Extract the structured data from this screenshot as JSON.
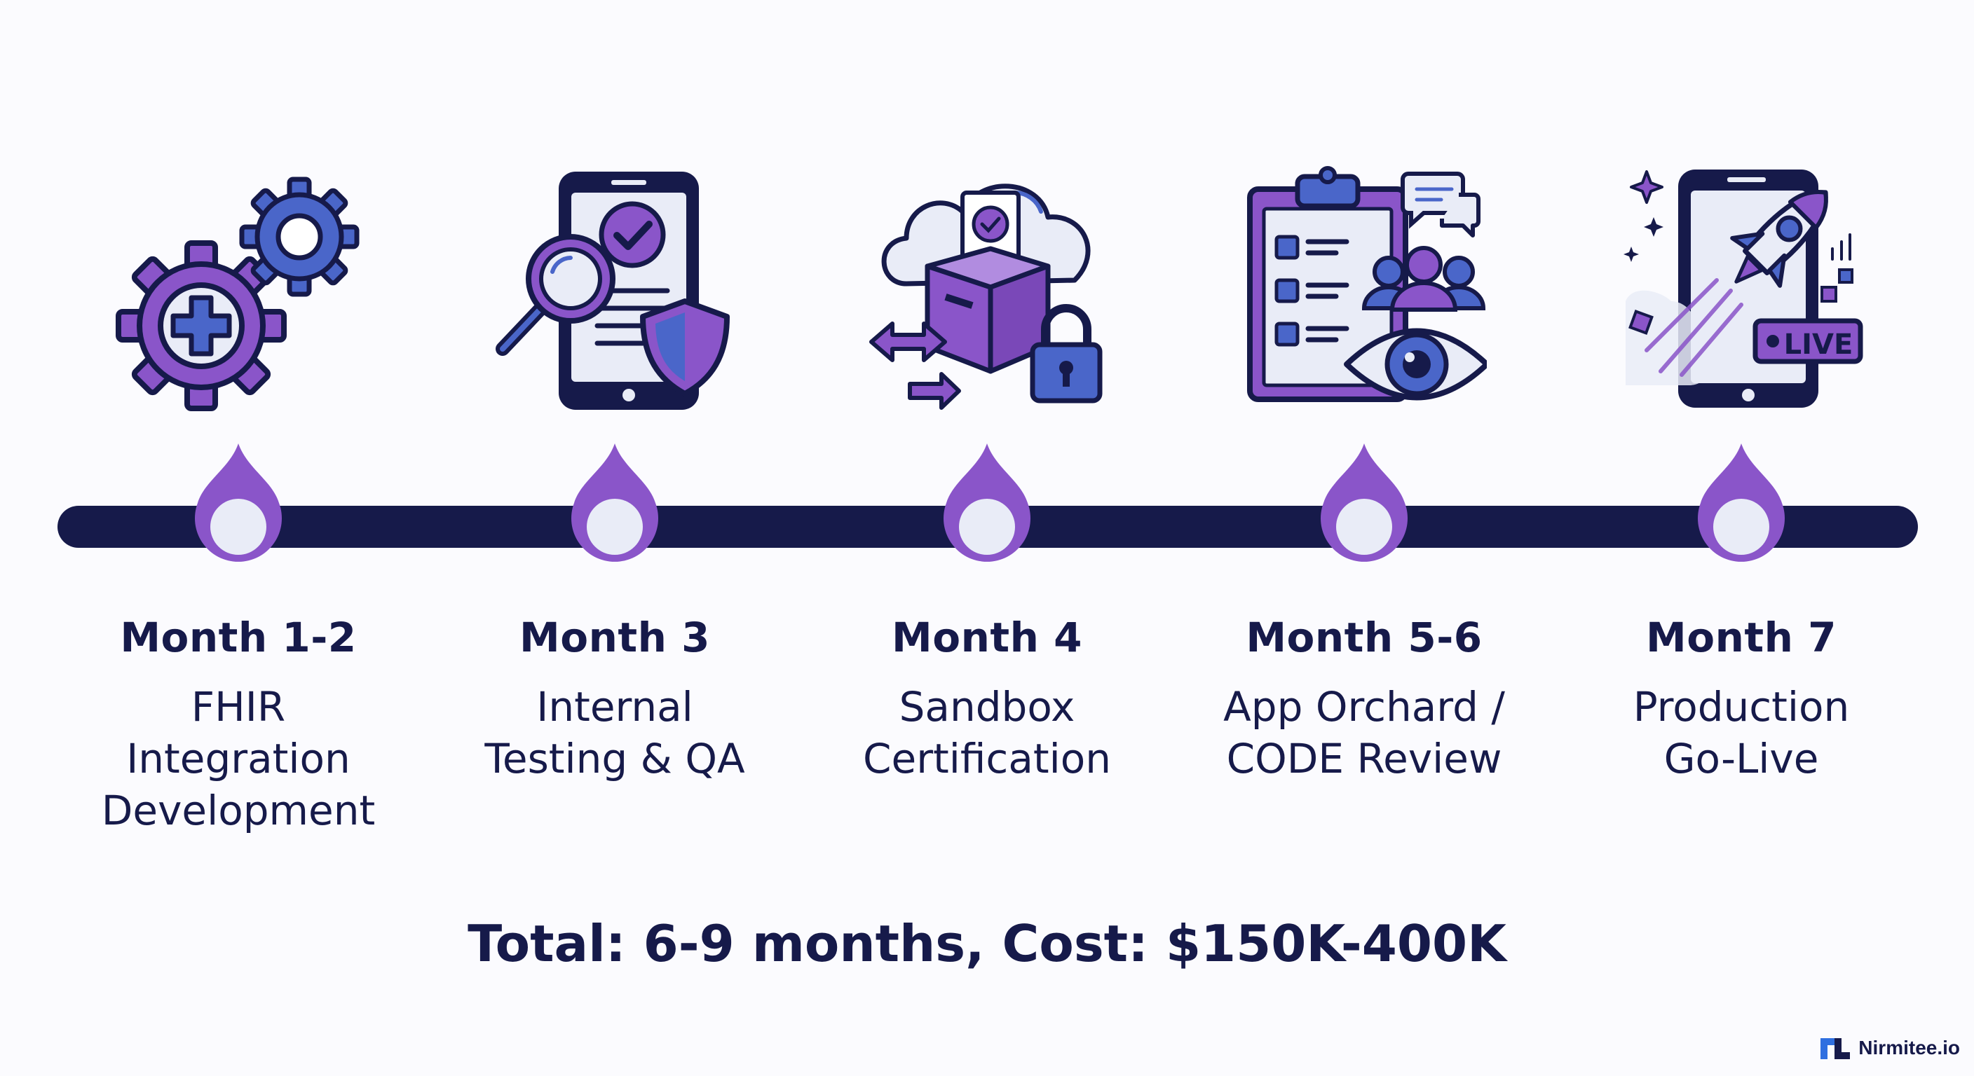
{
  "colors": {
    "navy": "#161a4a",
    "purple": "#8a55c9",
    "blue": "#4a66c9",
    "light": "#e9ecf7"
  },
  "stages": [
    {
      "month": "Month 1-2",
      "desc": [
        "FHIR",
        "Integration",
        "Development"
      ],
      "icon": "gears-medical-cross-icon"
    },
    {
      "month": "Month 3",
      "desc": [
        "Internal",
        "Testing & QA"
      ],
      "icon": "phone-magnifier-shield-icon"
    },
    {
      "month": "Month 4",
      "desc": [
        "Sandbox",
        "Certification"
      ],
      "icon": "cloud-box-lock-icon"
    },
    {
      "month": "Month 5-6",
      "desc": [
        "App Orchard /",
        "CODE Review"
      ],
      "icon": "clipboard-team-eye-icon"
    },
    {
      "month": "Month 7",
      "desc": [
        "Production",
        "Go-Live"
      ],
      "icon": "phone-rocket-live-icon"
    }
  ],
  "live_badge": "LIVE",
  "total": "Total: 6-9 months, Cost: $150K-400K",
  "brand": "Nirmitee.io"
}
